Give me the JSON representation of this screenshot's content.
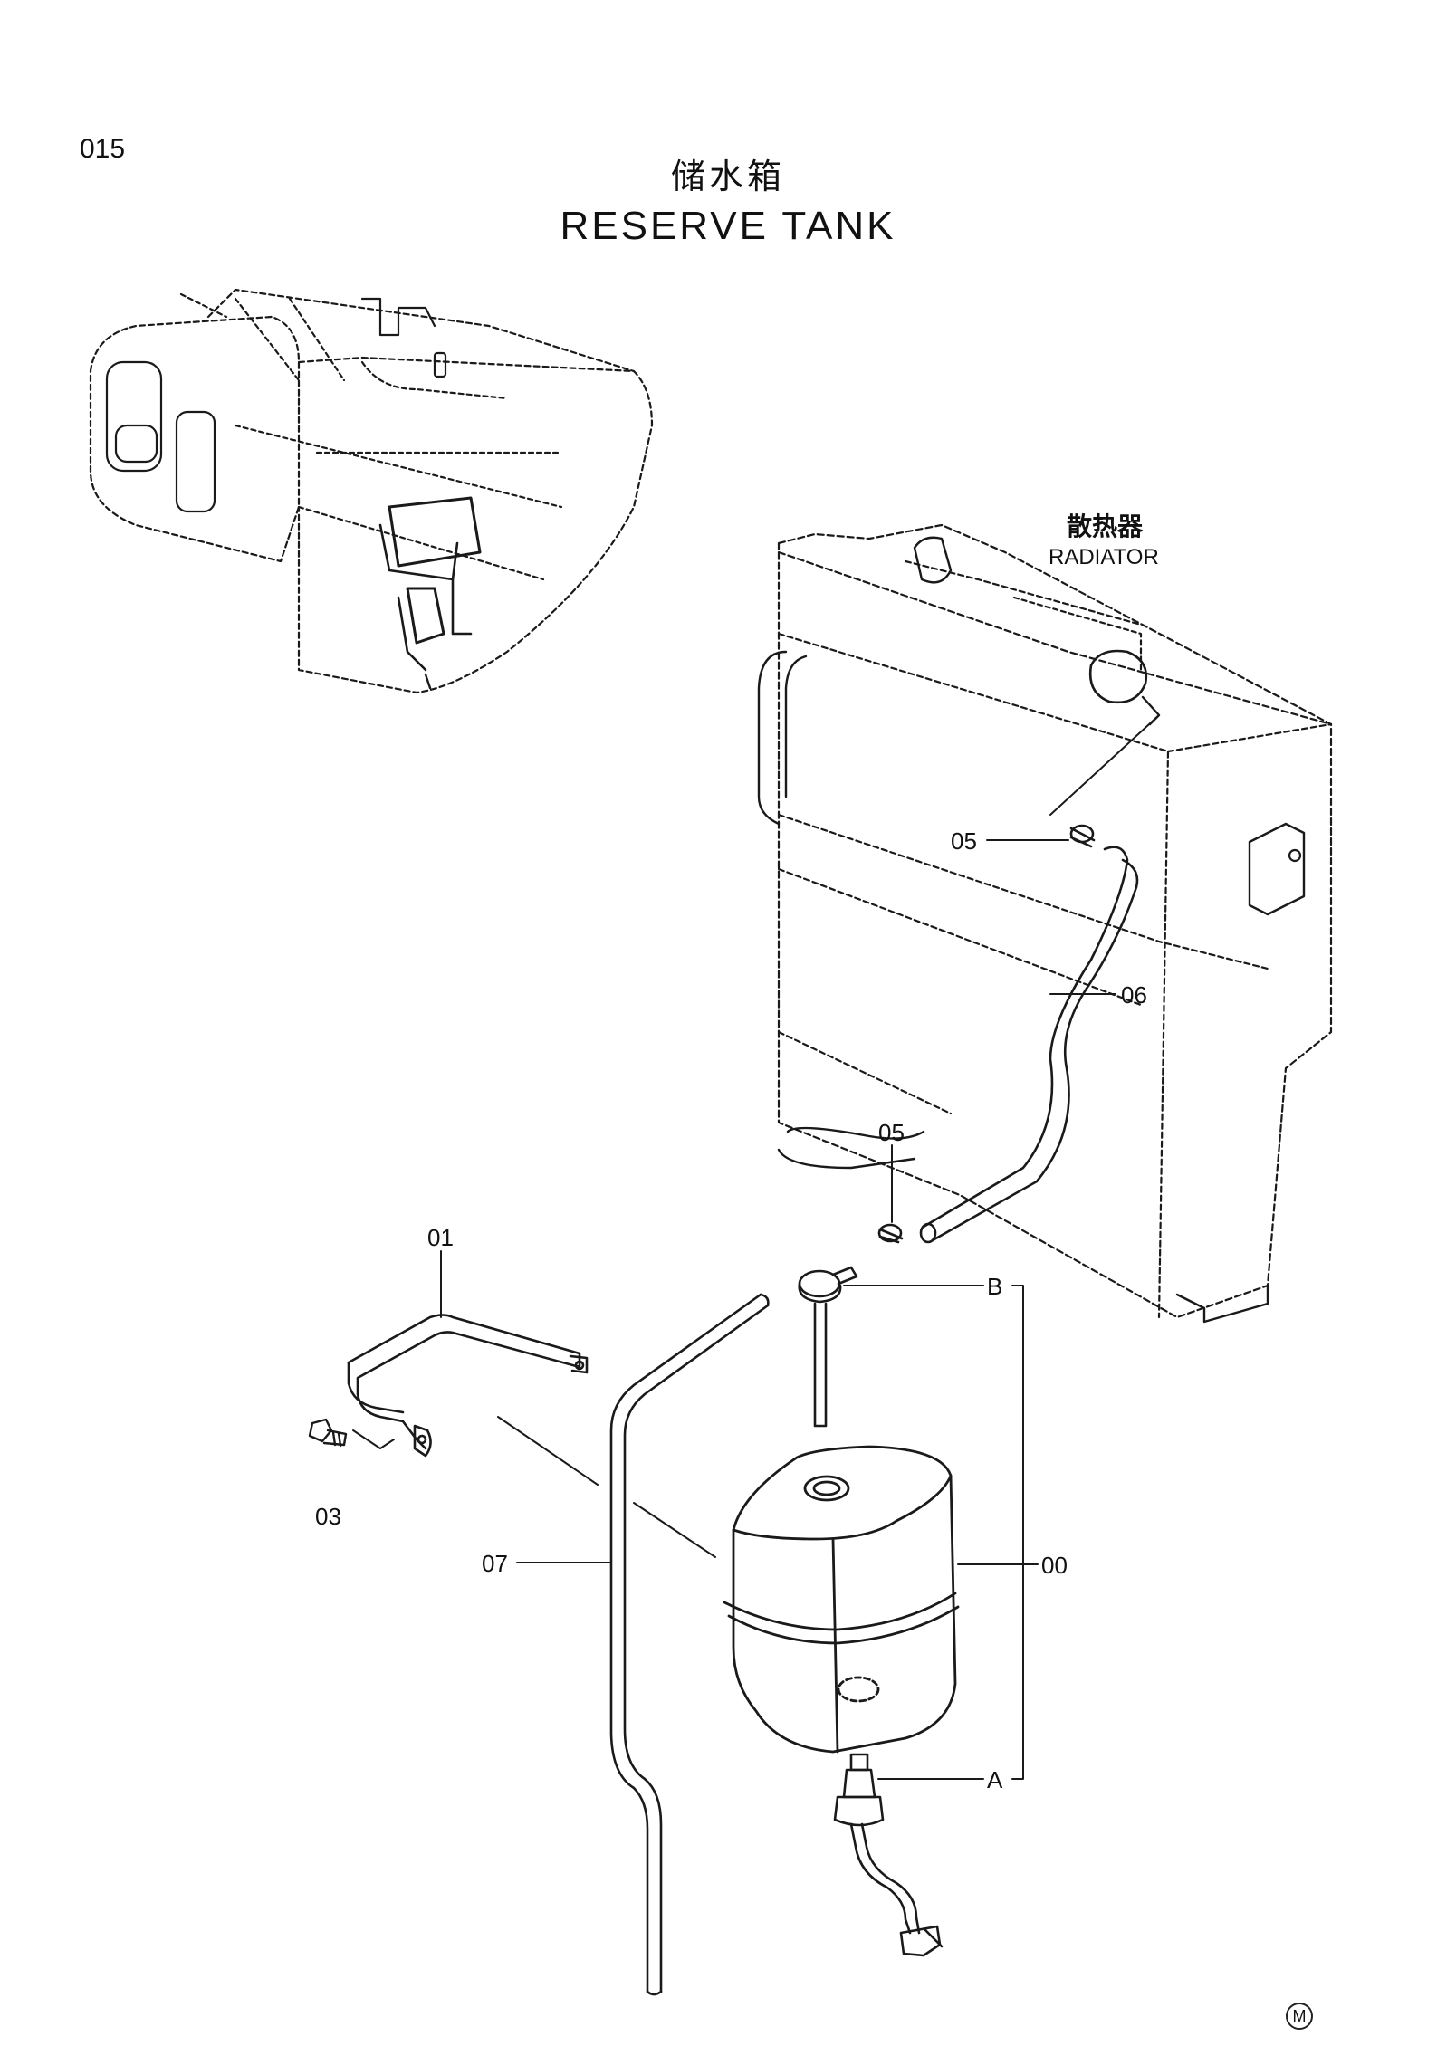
{
  "page": {
    "number": "015",
    "title_zh": "储水箱",
    "title_en": "RESERVE TANK"
  },
  "radiator_label": {
    "zh": "散热器",
    "en": "RADIATOR"
  },
  "callouts": {
    "c00": "00",
    "c01": "01",
    "c03": "03",
    "c05_top": "05",
    "c05_bottom": "05",
    "c06": "06",
    "c07": "07",
    "cA": "A",
    "cB": "B"
  },
  "mark": "M",
  "colors": {
    "line": "#1a1a1a",
    "paper": "#ffffff"
  }
}
